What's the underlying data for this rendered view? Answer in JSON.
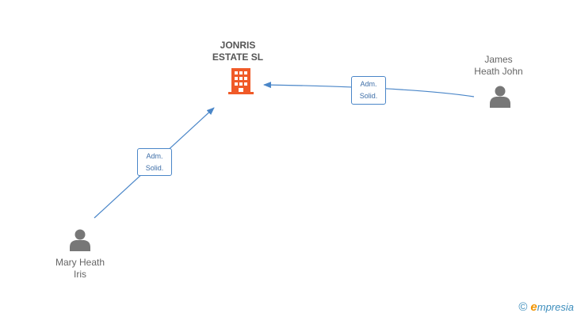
{
  "company": {
    "name_line1": "JONRIS",
    "name_line2": "ESTATE SL",
    "icon": "building-icon",
    "color": "#f05a28"
  },
  "people": [
    {
      "line1": "James",
      "line2": "Heath John",
      "icon": "person-icon"
    },
    {
      "line1": "Mary Heath",
      "line2": "Iris",
      "icon": "person-icon"
    }
  ],
  "edges": [
    {
      "from": "James Heath John",
      "to": "JONRIS ESTATE SL",
      "line1": "Adm.",
      "line2": "Solid."
    },
    {
      "from": "Mary Heath Iris",
      "to": "JONRIS ESTATE SL",
      "line1": "Adm.",
      "line2": "Solid."
    }
  ],
  "colors": {
    "edge": "#4a86c8",
    "person": "#777777"
  },
  "brand": {
    "copyright": "©",
    "initial": "e",
    "rest": "mpresia"
  }
}
